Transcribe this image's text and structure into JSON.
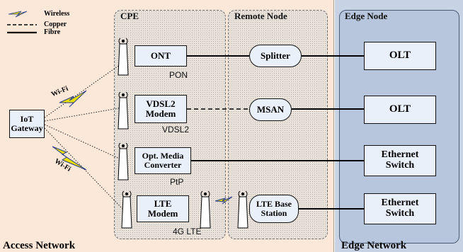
{
  "legend": {
    "wireless": "Wireless",
    "copper": "Copper",
    "fibre": "Fibre"
  },
  "sections": {
    "access": "Access Network",
    "edge": "Edge Network"
  },
  "zones": {
    "cpe": "CPE",
    "remote": "Remote Node",
    "edge": "Edge Node"
  },
  "gateway": {
    "line1": "IoT",
    "line2": "Gateway"
  },
  "wifi_labels": [
    "Wi-Fi",
    "Wi-Fi"
  ],
  "cpe_devices": [
    {
      "line1": "ONT",
      "line2": "",
      "tech": "PON"
    },
    {
      "line1": "VDSL2",
      "line2": "Modem",
      "tech": "VDSL2"
    },
    {
      "line1": "Opt. Media",
      "line2": "Converter",
      "tech": "PtP"
    },
    {
      "line1": "LTE",
      "line2": "Modem",
      "tech": "4G LTE"
    }
  ],
  "remote_nodes": [
    {
      "line1": "Splitter",
      "line2": ""
    },
    {
      "line1": "MSAN",
      "line2": ""
    },
    {
      "line1": "LTE Base",
      "line2": "Station"
    }
  ],
  "edge_nodes": [
    {
      "line1": "OLT",
      "line2": ""
    },
    {
      "line1": "OLT",
      "line2": ""
    },
    {
      "line1": "Ethernet",
      "line2": "Switch"
    },
    {
      "line1": "Ethernet",
      "line2": "Switch"
    }
  ],
  "colors": {
    "access_bg": "#fbe8d8",
    "edge_bg": "#c7d3e4",
    "lightning": "#e8e000",
    "lightning_stroke": "#2a3a8a",
    "box_fill": "#eaf0fa"
  }
}
